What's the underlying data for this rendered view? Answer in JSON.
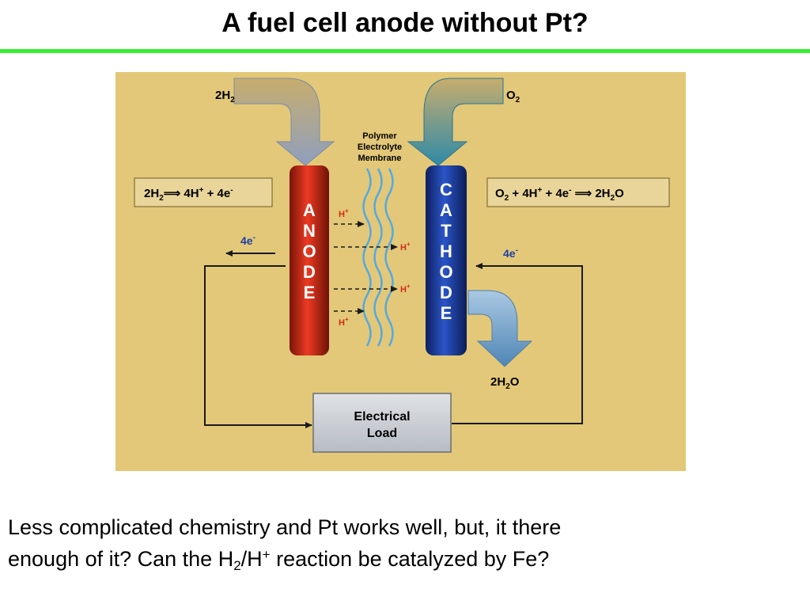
{
  "title": "A fuel cell anode without Pt?",
  "diagram": {
    "h2_input": {
      "main": "2H",
      "sub": "2"
    },
    "o2_input": {
      "main": "O",
      "sub": "2"
    },
    "membrane_label": [
      "Polymer",
      "Electrolyte",
      "Membrane"
    ],
    "anode_letters": [
      "A",
      "N",
      "O",
      "D",
      "E"
    ],
    "cathode_letters": [
      "C",
      "A",
      "T",
      "H",
      "O",
      "D",
      "E"
    ],
    "anode_reaction": {
      "p1": "2H",
      "s1": "2",
      "p2": "⟹ 4H",
      "s2": "+",
      "p3": " + 4e",
      "s3": "-"
    },
    "cathode_reaction": {
      "p1": "O",
      "s1": "2",
      "p2": " + 4H",
      "s2": "+",
      "p3": " + 4e",
      "s3": "-",
      "p4": " ⟹ 2H",
      "s4": "2",
      "p5": "O"
    },
    "electron_left": {
      "main": "4e",
      "sup": "-"
    },
    "electron_right": {
      "main": "4e",
      "sup": "-"
    },
    "proton": {
      "main": "H",
      "sup": "+"
    },
    "water_output": {
      "p1": "2H",
      "s1": "2",
      "p2": "O"
    },
    "load_label": [
      "Electrical",
      "Load"
    ]
  },
  "caption": {
    "line1": "Less complicated chemistry and Pt works well, but, it there",
    "line2_a": "enough of it?  Can the H",
    "line2_sub": "2",
    "line2_b": "/H",
    "line2_sup": "+",
    "line2_c": " reaction be catalyzed by Fe?"
  },
  "colors": {
    "background": "#e2c878",
    "anode": "#d42a18",
    "cathode": "#1b3fa6",
    "membrane": "#55a9e0",
    "rule": "#33ee33",
    "proton_label": "#d42a18",
    "electron_label": "#1b3fa6"
  }
}
